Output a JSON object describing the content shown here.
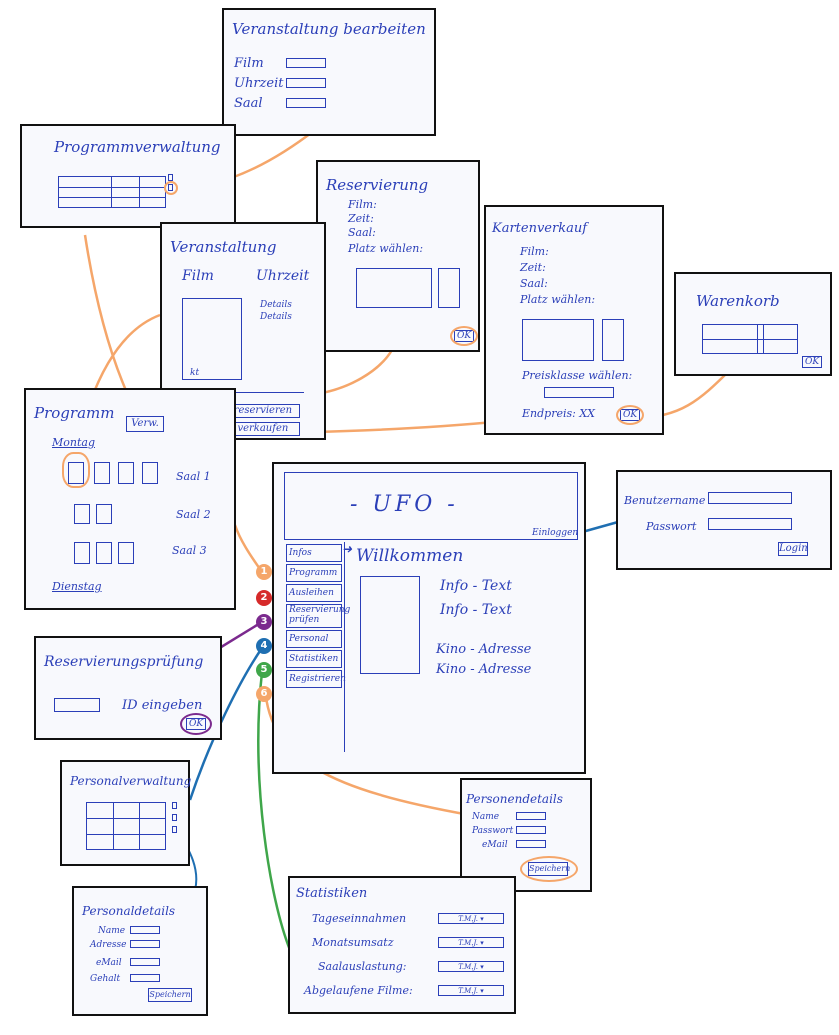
{
  "colors": {
    "ink": "#2b3fb8",
    "orange": "#f5a66a",
    "red": "#d62a2a",
    "purple": "#7b2a8e",
    "blue": "#1f6fb2",
    "green": "#3fa64a"
  },
  "veranstaltung_bearbeiten": {
    "title": "Veranstaltung bearbeiten",
    "film": "Film",
    "uhrzeit": "Uhrzeit",
    "saal": "Saal"
  },
  "programmverwaltung": {
    "title": "Programmverwaltung"
  },
  "reservierung": {
    "title": "Reservierung",
    "film": "Film:",
    "zeit": "Zeit:",
    "saal": "Saal:",
    "platz": "Platz wählen:",
    "ok": "OK"
  },
  "kartenverkauf": {
    "title": "Kartenverkauf",
    "film": "Film:",
    "zeit": "Zeit:",
    "saal": "Saal:",
    "platz": "Platz wählen:",
    "preisklasse": "Preisklasse wählen:",
    "endpreis": "Endpreis: XX",
    "ok": "OK"
  },
  "warenkorb": {
    "title": "Warenkorb",
    "ok": "OK"
  },
  "veranstaltung": {
    "title": "Veranstaltung",
    "film": "Film",
    "uhrzeit": "Uhrzeit",
    "details1": "Details",
    "details2": "Details",
    "kt": "kt",
    "reservieren": "Karten reservieren",
    "verkaufen": "Karten verkaufen"
  },
  "programm": {
    "title": "Programm",
    "verw": "Verw.",
    "montag": "Montag",
    "saal1": "Saal 1",
    "saal2": "Saal 2",
    "saal3": "Saal 3",
    "dienstag": "Dienstag"
  },
  "main": {
    "logo": "- UFO -",
    "login_link": "Einloggen",
    "welcome": "Willkommen",
    "info1": "Info - Text",
    "info2": "Info - Text",
    "addr1": "Kino - Adresse",
    "addr2": "Kino - Adresse",
    "menu": [
      "Infos",
      "Programm",
      "Ausleihen",
      "Reservierung prüfen",
      "Personal",
      "Statistiken",
      "Registrieren"
    ]
  },
  "login": {
    "benutzername": "Benutzername",
    "passwort": "Passwort",
    "button": "Login"
  },
  "reservierungspruefung": {
    "title": "Reservierungsprüfung",
    "id": "ID eingeben",
    "ok": "OK"
  },
  "personalverwaltung": {
    "title": "Personalverwaltung"
  },
  "personendetails": {
    "title": "Personendetails",
    "name": "Name",
    "passwort": "Passwort",
    "email": "eMail",
    "button": "Speichern"
  },
  "personaldetails": {
    "title": "Personaldetails",
    "name": "Name",
    "adresse": "Adresse",
    "email": "eMail",
    "gehalt": "Gehalt",
    "button": "Speichern"
  },
  "statistiken": {
    "title": "Statistiken",
    "rows": [
      "Tageseinnahmen",
      "Monatsumsatz",
      "Saalauslastung:",
      "Abgelaufene Filme:"
    ],
    "select": "T.M.J."
  },
  "badges": [
    "1",
    "2",
    "3",
    "4",
    "5",
    "6"
  ]
}
